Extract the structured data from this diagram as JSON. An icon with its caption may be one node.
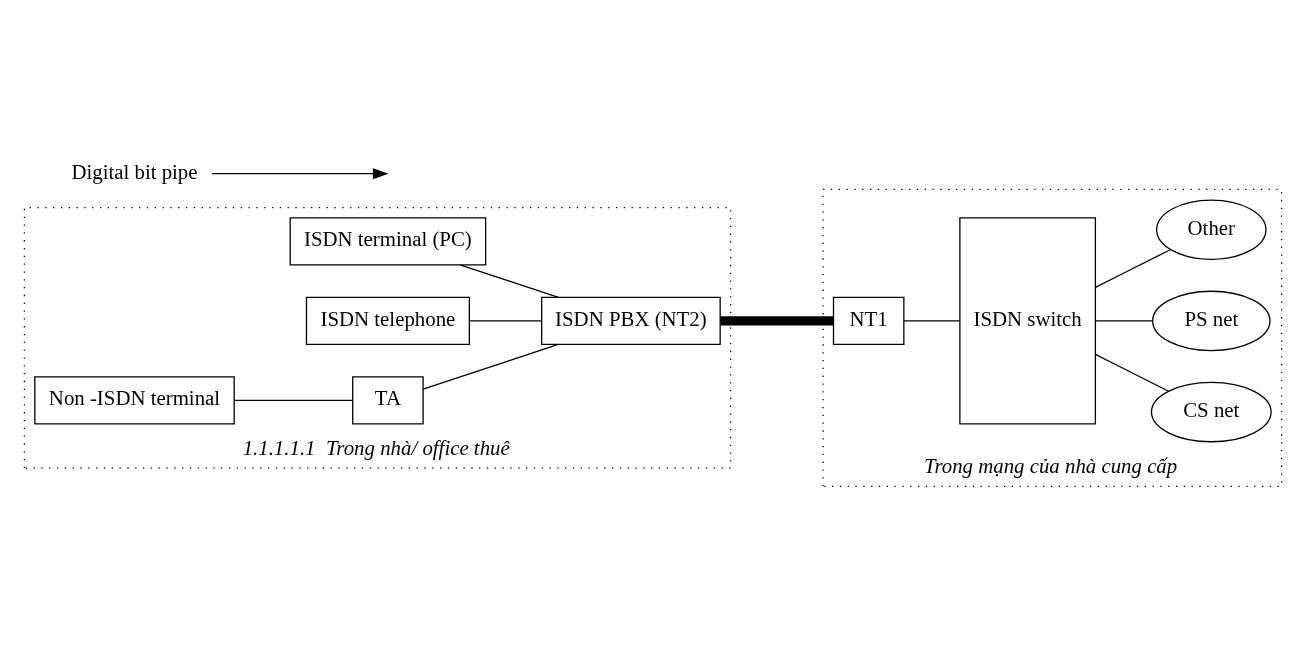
{
  "diagram": {
    "nodes": [
      {
        "text": [
          "1.1.1.1.1  Trong nhà/ office thuê"
        ]
      },
      {
        "text": [
          "ISDN terminal (PC)"
        ],
        "in": 0
      },
      {
        "text": [
          "ISDN telephone"
        ],
        "in": 0
      },
      {
        "text": [
          "ISDN PBX (NT2)"
        ],
        "in": 0
      },
      {
        "text": [
          "Non -ISDN terminal"
        ],
        "in": 0
      },
      {
        "text": [
          "TA"
        ],
        "in": 0
      },
      {
        "text": [
          "Trong mạng của nhà cung cấp"
        ]
      },
      {
        "text": [
          "NT1"
        ],
        "in": 6
      },
      {
        "text": [
          "ISDN switch"
        ],
        "in": 6
      },
      {
        "text": [
          "CS net"
        ],
        "in": 6
      },
      {
        "text": [
          "PS net"
        ],
        "in": 6
      },
      {
        "text": [
          "Other"
        ],
        "in": 6
      },
      {
        "text": [
          "Digital bit pipe"
        ]
      }
    ],
    "edges": [
      {
        "from": 1,
        "to": 3,
        "arrow": "none"
      },
      {
        "from": 2,
        "to": 3,
        "arrow": "none"
      },
      {
        "from": 5,
        "to": 3,
        "arrow": "none"
      },
      {
        "from": 4,
        "to": 5,
        "arrow": "none"
      },
      {
        "from": 3,
        "to": 7,
        "arrow": "none",
        "style": "thick"
      },
      {
        "from": 7,
        "to": 8,
        "arrow": "none"
      },
      {
        "from": 8,
        "to": 9,
        "arrow": "none"
      },
      {
        "from": 8,
        "to": 10,
        "arrow": "none"
      },
      {
        "from": 8,
        "to": 11,
        "arrow": "none"
      },
      {
        "from": 12,
        "to": null,
        "arrow": "to"
      }
    ]
  }
}
